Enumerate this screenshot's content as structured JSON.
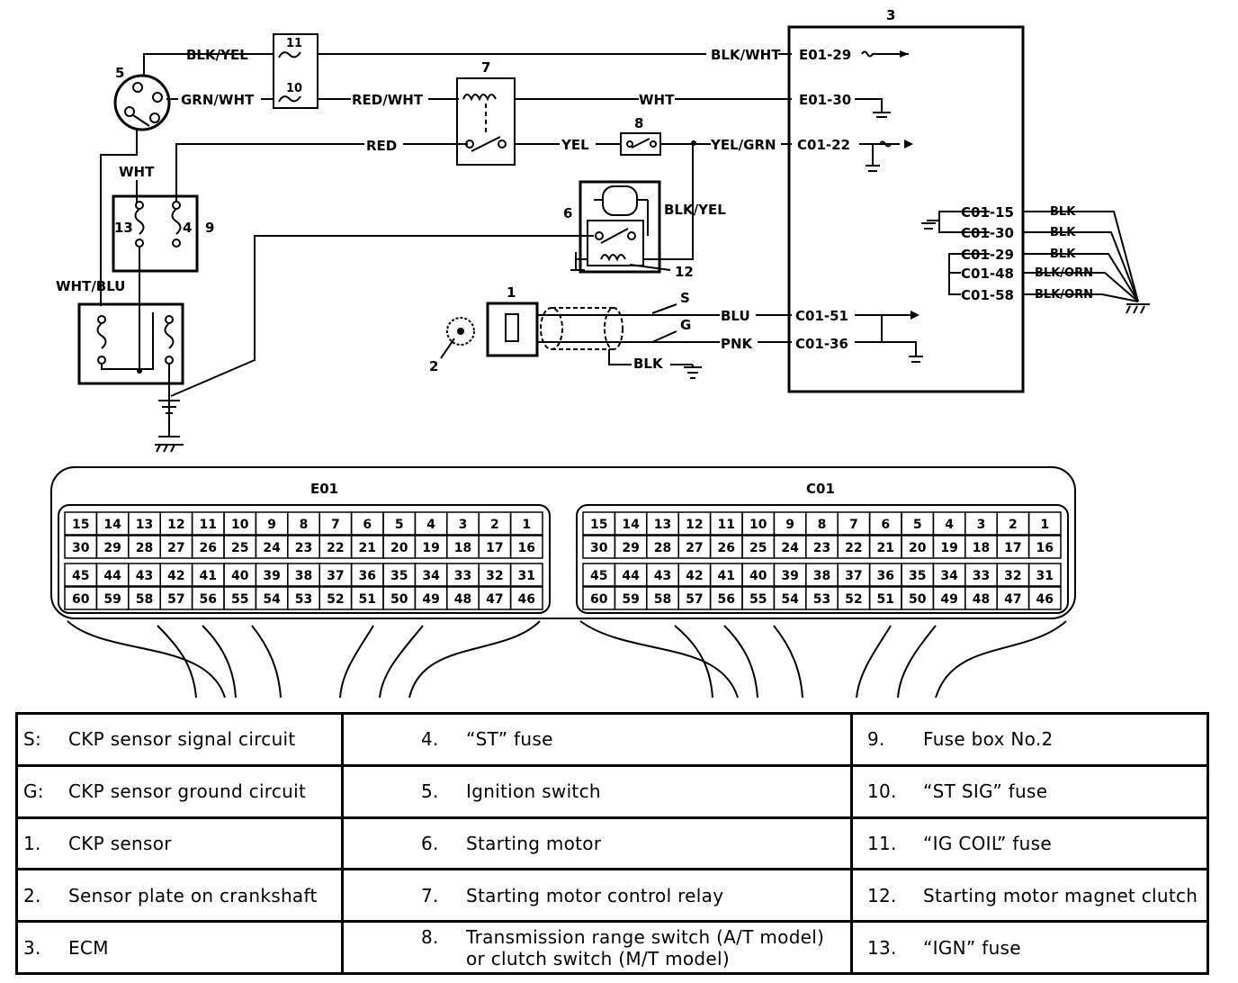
{
  "diagram": {
    "wire_labels": {
      "blk_yel_top": "BLK/YEL",
      "grn_wht": "GRN/WHT",
      "red_wht": "RED/WHT",
      "red": "RED",
      "wht_top": "WHT",
      "wht_left": "WHT",
      "yel": "YEL",
      "yel_grn": "YEL/GRN",
      "blk_wht": "BLK/WHT",
      "blk_yel_right": "BLK/YEL",
      "wht_blu": "WHT/BLU",
      "blu": "BLU",
      "pnk": "PNK",
      "blk_gnd": "BLK",
      "s": "S",
      "g": "G"
    },
    "component_numbers": {
      "n1": "1",
      "n2": "2",
      "n3": "3",
      "n4": "4",
      "n5": "5",
      "n6": "6",
      "n7": "7",
      "n8": "8",
      "n9": "9",
      "n10": "10",
      "n11": "11",
      "n12": "12",
      "n13": "13"
    },
    "ecm_terminals": {
      "e01_29": "E01-29",
      "e01_30": "E01-30",
      "c01_22": "C01-22",
      "c01_51": "C01-51",
      "c01_36": "C01-36",
      "c01_15": "C01-15",
      "c01_30": "C01-30",
      "c01_29": "C01-29",
      "c01_48": "C01-48",
      "c01_58": "C01-58"
    },
    "ground_wires": {
      "g1": "BLK",
      "g2": "BLK",
      "g3": "BLK",
      "g4": "BLK/ORN",
      "g5": "BLK/ORN"
    }
  },
  "connectors": [
    {
      "label": "E01",
      "rows": [
        [
          "15",
          "14",
          "13",
          "12",
          "11",
          "10",
          "9",
          "8",
          "7",
          "6",
          "5",
          "4",
          "3",
          "2",
          "1"
        ],
        [
          "30",
          "29",
          "28",
          "27",
          "26",
          "25",
          "24",
          "23",
          "22",
          "21",
          "20",
          "19",
          "18",
          "17",
          "16"
        ],
        [
          "45",
          "44",
          "43",
          "42",
          "41",
          "40",
          "39",
          "38",
          "37",
          "36",
          "35",
          "34",
          "33",
          "32",
          "31"
        ],
        [
          "60",
          "59",
          "58",
          "57",
          "56",
          "55",
          "54",
          "53",
          "52",
          "51",
          "50",
          "49",
          "48",
          "47",
          "46"
        ]
      ]
    },
    {
      "label": "C01",
      "rows": [
        [
          "15",
          "14",
          "13",
          "12",
          "11",
          "10",
          "9",
          "8",
          "7",
          "6",
          "5",
          "4",
          "3",
          "2",
          "1"
        ],
        [
          "30",
          "29",
          "28",
          "27",
          "26",
          "25",
          "24",
          "23",
          "22",
          "21",
          "20",
          "19",
          "18",
          "17",
          "16"
        ],
        [
          "45",
          "44",
          "43",
          "42",
          "41",
          "40",
          "39",
          "38",
          "37",
          "36",
          "35",
          "34",
          "33",
          "32",
          "31"
        ],
        [
          "60",
          "59",
          "58",
          "57",
          "56",
          "55",
          "54",
          "53",
          "52",
          "51",
          "50",
          "49",
          "48",
          "47",
          "46"
        ]
      ]
    }
  ],
  "legend": [
    [
      {
        "key": "S:",
        "text": "CKP sensor signal circuit"
      },
      {
        "key": "4.",
        "text": "“ST” fuse"
      },
      {
        "key": "9.",
        "text": "Fuse box No.2"
      }
    ],
    [
      {
        "key": "G:",
        "text": "CKP sensor ground circuit"
      },
      {
        "key": "5.",
        "text": "Ignition switch"
      },
      {
        "key": "10.",
        "text": "“ST SIG” fuse"
      }
    ],
    [
      {
        "key": "1.",
        "text": "CKP sensor"
      },
      {
        "key": "6.",
        "text": "Starting motor"
      },
      {
        "key": "11.",
        "text": "“IG COIL” fuse"
      }
    ],
    [
      {
        "key": "2.",
        "text": "Sensor plate on crankshaft"
      },
      {
        "key": "7.",
        "text": "Starting motor control relay"
      },
      {
        "key": "12.",
        "text": "Starting motor magnet clutch"
      }
    ],
    [
      {
        "key": "3.",
        "text": "ECM"
      },
      {
        "key": "8.",
        "text": "Transmission range switch (A/T model)",
        "text2": "or clutch switch (M/T model)"
      },
      {
        "key": "13.",
        "text": "“IGN” fuse"
      }
    ]
  ]
}
